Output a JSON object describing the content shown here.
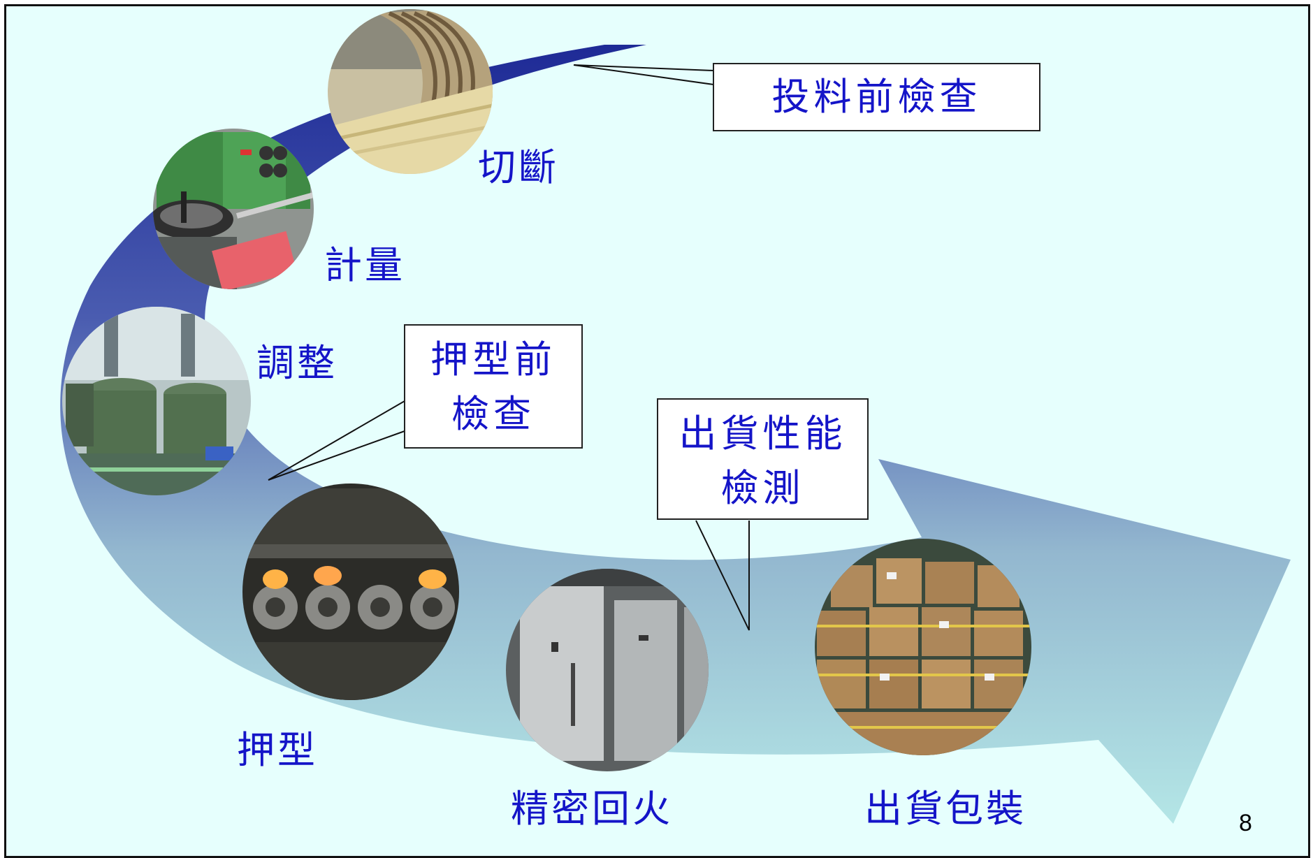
{
  "steps": {
    "cutting": "切斷",
    "measuring": "計量",
    "adjusting": "調整",
    "pressing": "押型",
    "tempering": "精密回火",
    "packing": "出貨包裝"
  },
  "callouts": {
    "pre_feed_inspection": "投料前檢查",
    "pre_press_inspection_line1": "押型前",
    "pre_press_inspection_line2": "檢查",
    "shipping_test_line1": "出貨性能",
    "shipping_test_line2": "檢測"
  },
  "slide_number": "8",
  "colors": {
    "background": "#e6fffd",
    "label_text": "#1414c8",
    "arrow_start": "#1e2a96",
    "arrow_end": "#b4e6e6"
  }
}
